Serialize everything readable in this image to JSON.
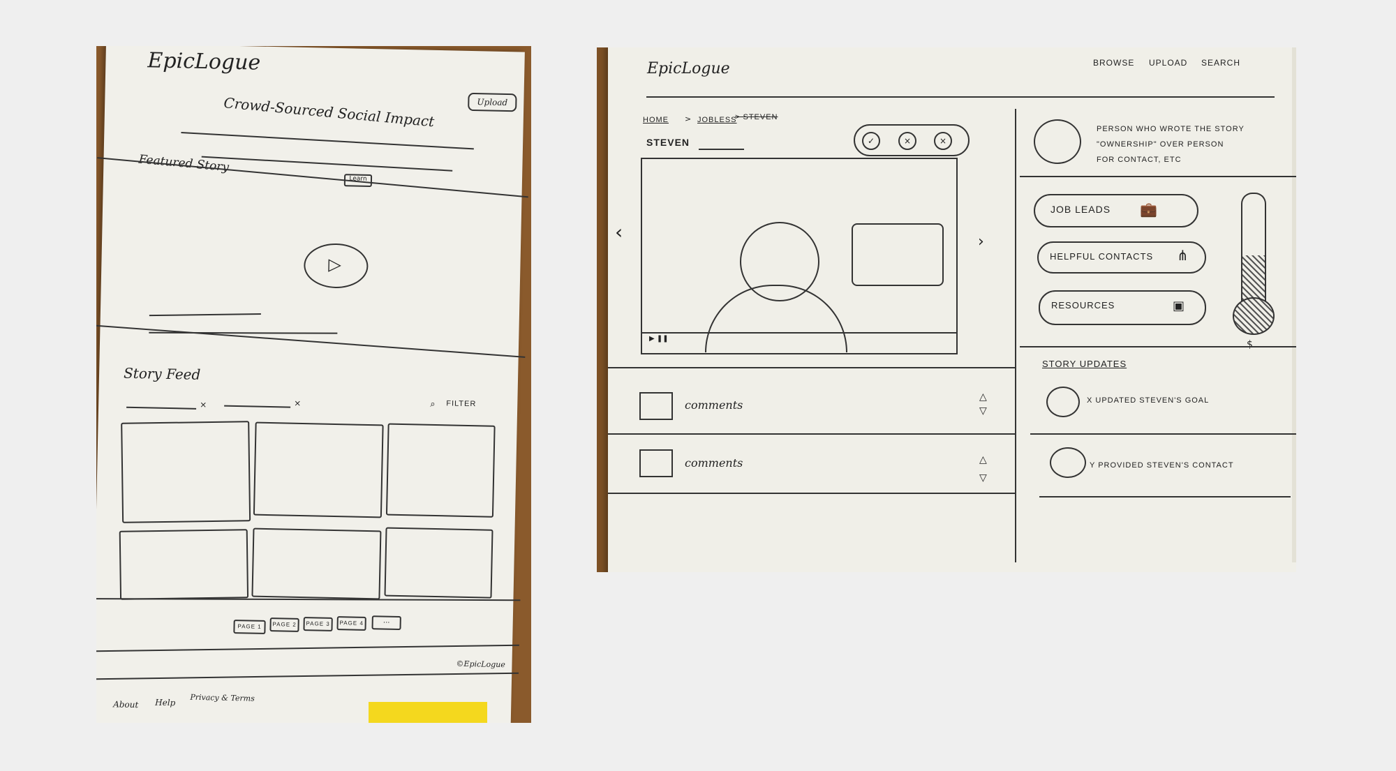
{
  "left_sketch": {
    "logo": "EpicLogue",
    "upload_button": "Upload",
    "headline": "Crowd-Sourced Social Impact",
    "featured_label": "Featured Story",
    "learn_button": "Learn",
    "play_icon": "play-icon",
    "feed_title": "Story Feed",
    "filter_label": "FILTER",
    "filter_icon": "search-icon",
    "pagination": [
      "PAGE 1",
      "PAGE 2",
      "PAGE 3",
      "PAGE 4",
      "..."
    ],
    "copyright": "©EpicLogue",
    "footer_links": [
      "About",
      "Help",
      "Privacy & Terms"
    ]
  },
  "right_sketch": {
    "logo": "EpicLogue",
    "nav": [
      "BROWSE",
      "UPLOAD",
      "SEARCH"
    ],
    "breadcrumb": [
      "HOME",
      ">",
      "JOBLESS",
      "> STEVEN"
    ],
    "story_title": "STEVEN",
    "action_icons": [
      "check-icon",
      "close-icon",
      "close-icon"
    ],
    "author_note": [
      "PERSON WHO WROTE THE STORY",
      "\"OWNERSHIP\" OVER PERSON",
      "FOR CONTACT, ETC"
    ],
    "buttons": [
      {
        "label": "JOB LEADS",
        "icon": "briefcase-icon"
      },
      {
        "label": "HELPFUL CONTACTS",
        "icon": "share-icon"
      },
      {
        "label": "RESOURCES",
        "icon": "box-icon"
      }
    ],
    "thermometer_label": "$",
    "comments": [
      "comments",
      "comments"
    ],
    "updates_title": "STORY UPDATES",
    "updates": [
      "X UPDATED STEVEN'S GOAL",
      "Y PROVIDED STEVEN'S CONTACT"
    ]
  }
}
